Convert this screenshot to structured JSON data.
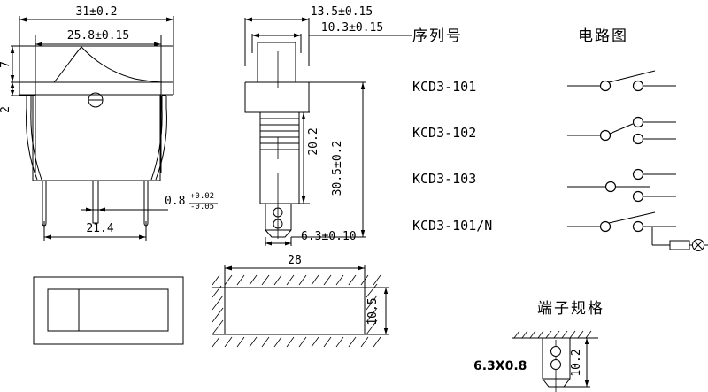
{
  "drawing": {
    "title": "KCD3 Rocker Switch Technical Drawing",
    "line_color": "#000000",
    "background": "#ffffff"
  },
  "front_view": {
    "name": "front-view",
    "dimensions": {
      "overall_width": "31±0.2",
      "window_width": "25.8±0.15",
      "rocker_height": "7",
      "flange_thickness": "2",
      "pin_pitch": "21.4",
      "pin_thickness_upper": "0.8",
      "pin_tol_plus": "+0.02",
      "pin_tol_minus": "-0.05"
    }
  },
  "side_view": {
    "name": "side-view",
    "dimensions": {
      "flange_width": "13.5±0.15",
      "body_width": "10.3±0.15",
      "body_depth": "20.2",
      "total_depth": "30.5±0.2",
      "terminal_width": "6.3±0.10"
    }
  },
  "panel_cutout_view": {
    "name": "panel-cutout-view",
    "dimensions": {}
  },
  "panel_section_view": {
    "name": "panel-section-view",
    "dimensions": {
      "cutout_width": "28",
      "cutout_height": "10.5"
    }
  },
  "table": {
    "headers": {
      "serial_number": "序列号",
      "circuit_diagram": "电路图"
    },
    "rows": [
      {
        "part_number": "KCD3-101",
        "circuit_type": "spst-on-off"
      },
      {
        "part_number": "KCD3-102",
        "circuit_type": "spdt-changeover"
      },
      {
        "part_number": "KCD3-103",
        "circuit_type": "spdt-double-break"
      },
      {
        "part_number": "KCD3-101/N",
        "circuit_type": "spst-with-lamp"
      }
    ]
  },
  "terminal_spec": {
    "title": "端子规格",
    "size_label": "6.3X0.8",
    "height_label": "10.2"
  }
}
